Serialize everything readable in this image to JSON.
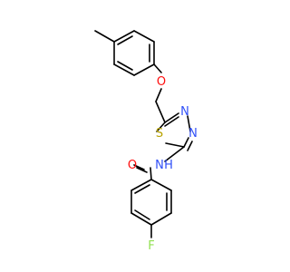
{
  "molecule": {
    "atoms": {
      "O_ether": {
        "symbol": "O",
        "color": "#ff0d0d"
      },
      "N_ring3": {
        "symbol": "N",
        "color": "#3050f8"
      },
      "N_ring4": {
        "symbol": "N",
        "color": "#3050f8"
      },
      "S_ring": {
        "symbol": "S",
        "color": "#b8a300"
      },
      "O_carbonyl": {
        "symbol": "O",
        "color": "#ff0d0d"
      },
      "N_amide": {
        "symbol": "N",
        "color": "#3050f8"
      },
      "H_amide": {
        "symbol": "H",
        "color": "#3050f8"
      },
      "F": {
        "symbol": "F",
        "color": "#90e050"
      }
    },
    "bond_color": "#000000"
  }
}
